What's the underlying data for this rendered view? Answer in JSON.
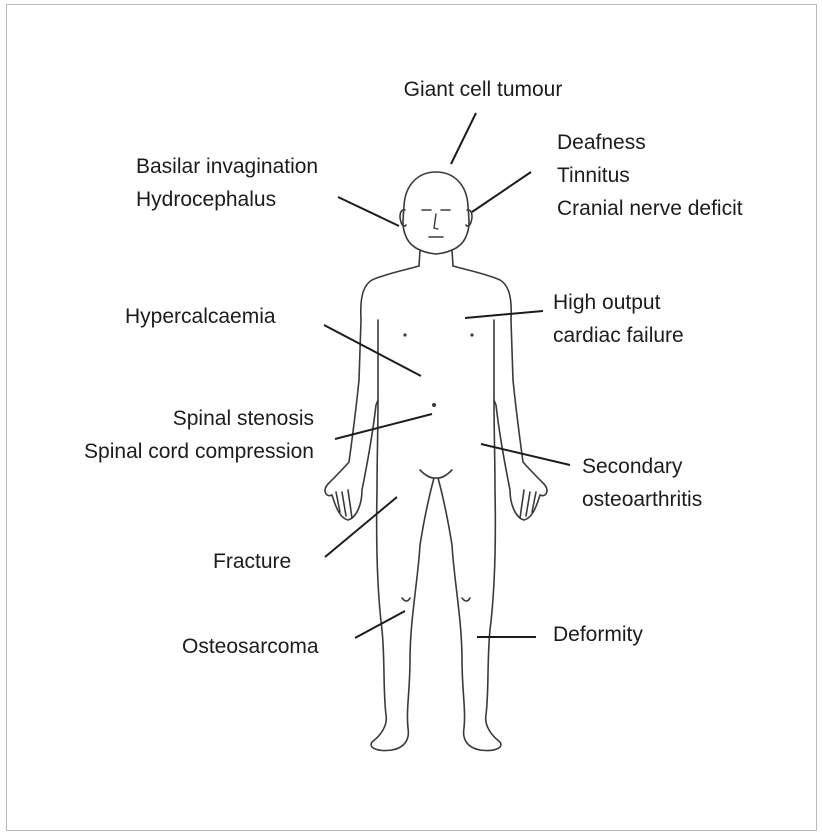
{
  "labels": {
    "giant_cell": [
      "Giant cell tumour"
    ],
    "basilar": [
      "Basilar invagination",
      "Hydrocephalus"
    ],
    "deafness": [
      "Deafness",
      "Tinnitus",
      "Cranial nerve deficit"
    ],
    "hypercalc": [
      "Hypercalcaemia"
    ],
    "cardiac": [
      "High output",
      "cardiac failure"
    ],
    "spinal": [
      "Spinal stenosis",
      "Spinal cord compression"
    ],
    "osteoarthritis": [
      "Secondary",
      "osteoarthritis"
    ],
    "fracture": [
      "Fracture"
    ],
    "osteosarcoma": [
      "Osteosarcoma"
    ],
    "deformity": [
      "Deformity"
    ]
  },
  "colors": {
    "text": "#1c1c1c",
    "outline": "#3a3a3a",
    "border": "#b9b9b9"
  }
}
